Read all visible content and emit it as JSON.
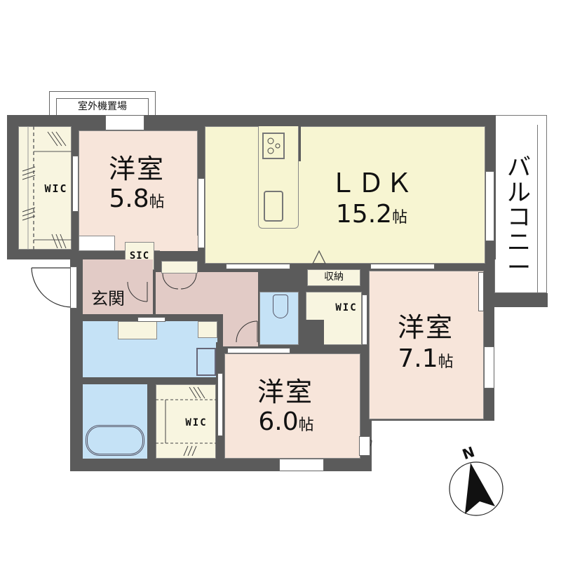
{
  "title": "Floor plan",
  "colors": {
    "wall": "#5b5b5b",
    "western_room": "#f7e5da",
    "ldk": "#f7f5d2",
    "storage": "#f8f5e0",
    "hall": "#e2cbc6",
    "wet_area": "#c5e2f6",
    "balcony": "#ffffff"
  },
  "rooms": {
    "ldk": {
      "name": "ＬＤＫ",
      "size": "15.2",
      "unit": "帖"
    },
    "bedroom_nw": {
      "name": "洋室",
      "size": "5.8",
      "unit": "帖"
    },
    "bedroom_e": {
      "name": "洋室",
      "size": "7.1",
      "unit": "帖"
    },
    "bedroom_s": {
      "name": "洋室",
      "size": "6.0",
      "unit": "帖"
    },
    "wic_w": {
      "name": "WIC"
    },
    "wic_c": {
      "name": "WIC"
    },
    "wic_s": {
      "name": "WIC"
    },
    "sic": {
      "name": "SIC"
    },
    "storage": {
      "name": "収納"
    },
    "entrance": {
      "name": "玄関"
    },
    "balcony": {
      "name": "バルコニー"
    },
    "outdoor_unit": {
      "name": "室外機置場"
    }
  },
  "compass": {
    "label": "N"
  }
}
